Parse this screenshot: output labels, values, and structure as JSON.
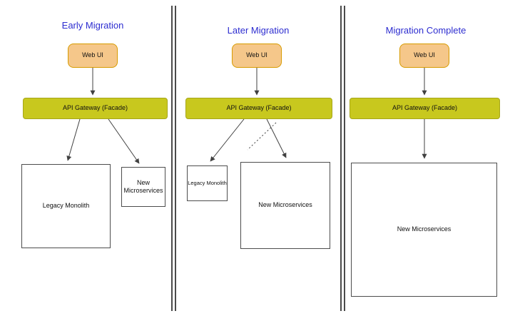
{
  "panels": [
    {
      "id": "early",
      "title": "Early Migration",
      "nodes": {
        "web_ui": "Web UI",
        "gateway": "API Gateway (Facade)",
        "legacy": "Legacy Monolith",
        "micro": "New Microservices"
      }
    },
    {
      "id": "later",
      "title": "Later Migration",
      "nodes": {
        "web_ui": "Web UI",
        "gateway": "API Gateway (Facade)",
        "legacy": "Legacy Monolith",
        "micro": "New Microservices"
      }
    },
    {
      "id": "complete",
      "title": "Migration Complete",
      "nodes": {
        "web_ui": "Web UI",
        "gateway": "API Gateway (Facade)",
        "micro": "New Microservices"
      }
    }
  ],
  "colors": {
    "title": "#2d2dd0",
    "web_ui_fill": "#f5c78a",
    "web_ui_border": "#d79b00",
    "gateway_fill": "#c8c81e",
    "gateway_border": "#a6a619",
    "box_border": "#4d4d4d",
    "arrow": "#404040"
  }
}
